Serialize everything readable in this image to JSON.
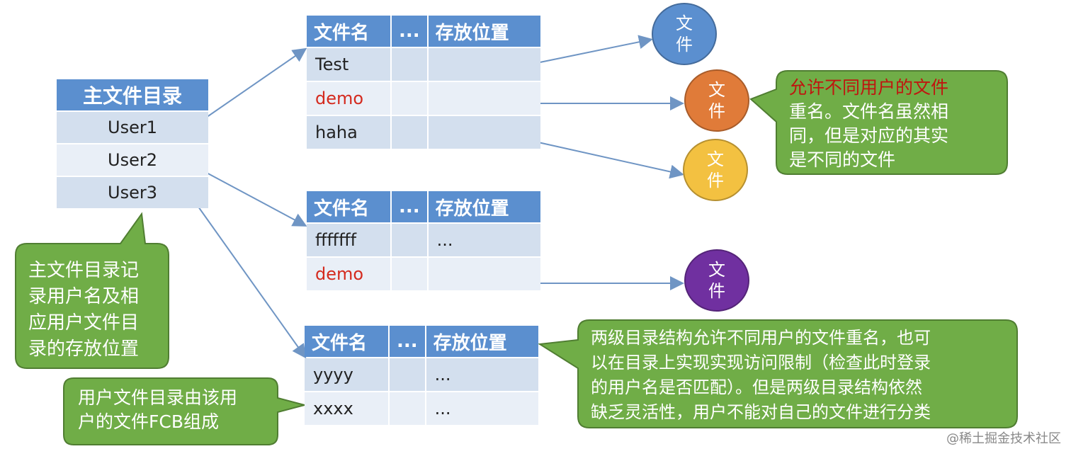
{
  "master": {
    "title": "主文件目录",
    "users": [
      "User1",
      "User2",
      "User3"
    ]
  },
  "columns": {
    "name": "文件名",
    "dots": "...",
    "location": "存放位置"
  },
  "tables": [
    {
      "rows": [
        {
          "name": "Test",
          "location": ""
        },
        {
          "name": "demo",
          "location": ""
        },
        {
          "name": "haha",
          "location": ""
        }
      ]
    },
    {
      "rows": [
        {
          "name": "fffffff",
          "location": "..."
        },
        {
          "name": "demo",
          "location": ""
        }
      ]
    },
    {
      "rows": [
        {
          "name": "yyyy",
          "location": "..."
        },
        {
          "name": "xxxx",
          "location": "..."
        }
      ]
    }
  ],
  "circles": [
    {
      "label": "文\n件",
      "color": "#5b8fcf"
    },
    {
      "label": "文\n件",
      "color": "#e07b39"
    },
    {
      "label": "文\n件",
      "color": "#f3c141"
    },
    {
      "label": "文\n件",
      "color": "#7030a0"
    }
  ],
  "callouts": {
    "master_note": "主文件目录记\n录用户名及相\n应用户文件目\n录的存放位置",
    "user_dir_note": "用户文件目录由该用\n户的文件FCB组成",
    "same_name_highlight": "允许不同用户的文件",
    "same_name_rest": "重名。文件名虽然相\n同，但是对应的其实\n是不同的文件",
    "summary": "两级目录结构允许不同用户的文件重名，也可\n以在目录上实现实现访问限制（检查此时登录\n的用户名是否匹配）。但是两级目录结构依然\n缺乏灵活性，用户不能对自己的文件进行分类"
  },
  "colors": {
    "header": "#5b8fcf",
    "callout": "#70ad47",
    "highlight": "#c0150f",
    "arrow": "#6f95c4"
  },
  "watermark": "@稀土掘金技术社区"
}
